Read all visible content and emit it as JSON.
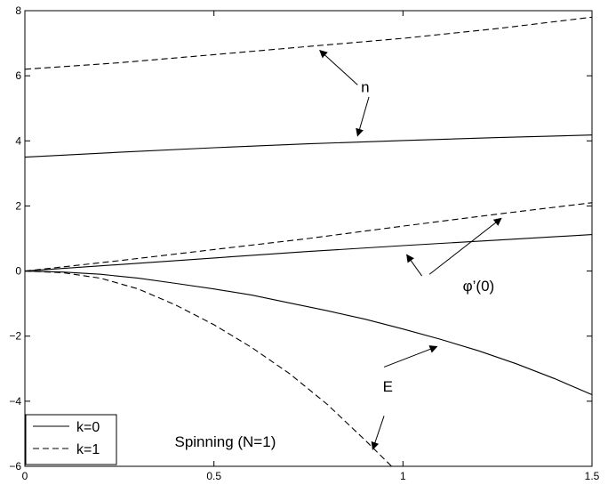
{
  "chart_data": {
    "type": "line",
    "title": "",
    "xlabel": "",
    "ylabel": "",
    "xlim": [
      0,
      1.5
    ],
    "ylim": [
      -6,
      8
    ],
    "x_ticks": [
      0,
      0.5,
      1,
      1.5
    ],
    "x_tick_labels": [
      "0",
      "0.5",
      "1",
      "1.5"
    ],
    "y_ticks": [
      -6,
      -4,
      -2,
      0,
      2,
      4,
      6,
      8
    ],
    "y_tick_labels": [
      "−6",
      "−4",
      "−2",
      "0",
      "2",
      "4",
      "6",
      "8"
    ],
    "grid": false,
    "legend_position": "bottom-left",
    "legend": [
      {
        "label": "k=0",
        "style": "solid"
      },
      {
        "label": "k=1",
        "style": "dashed"
      }
    ],
    "series": [
      {
        "group": "n",
        "style": "solid",
        "x": [
          0,
          0.25,
          0.5,
          0.75,
          1.0,
          1.25,
          1.5
        ],
        "y": [
          3.5,
          3.65,
          3.79,
          3.91,
          4.01,
          4.1,
          4.18
        ]
      },
      {
        "group": "n",
        "style": "dashed",
        "x": [
          0,
          0.25,
          0.5,
          0.75,
          1.0,
          1.25,
          1.5
        ],
        "y": [
          6.2,
          6.4,
          6.65,
          6.9,
          7.15,
          7.45,
          7.8
        ]
      },
      {
        "group": "phi",
        "style": "solid",
        "x": [
          0,
          0.25,
          0.5,
          0.75,
          1.0,
          1.25,
          1.5
        ],
        "y": [
          0,
          0.2,
          0.4,
          0.6,
          0.78,
          0.95,
          1.12
        ]
      },
      {
        "group": "phi",
        "style": "dashed",
        "x": [
          0,
          0.25,
          0.5,
          0.75,
          1.0,
          1.25,
          1.5
        ],
        "y": [
          0,
          0.32,
          0.66,
          1.0,
          1.38,
          1.75,
          2.1
        ]
      },
      {
        "group": "E",
        "style": "solid",
        "x": [
          0,
          0.1,
          0.2,
          0.3,
          0.4,
          0.5,
          0.6,
          0.7,
          0.8,
          0.9,
          1.0,
          1.1,
          1.2,
          1.3,
          1.4,
          1.5
        ],
        "y": [
          0,
          -0.03,
          -0.1,
          -0.22,
          -0.38,
          -0.55,
          -0.74,
          -0.98,
          -1.22,
          -1.48,
          -1.78,
          -2.1,
          -2.45,
          -2.85,
          -3.3,
          -3.8
        ]
      },
      {
        "group": "E",
        "style": "dashed",
        "x": [
          0,
          0.1,
          0.2,
          0.3,
          0.4,
          0.5,
          0.6,
          0.7,
          0.8,
          0.9,
          0.97
        ],
        "y": [
          0,
          -0.05,
          -0.22,
          -0.55,
          -1.05,
          -1.65,
          -2.35,
          -3.15,
          -4.1,
          -5.2,
          -6.0
        ]
      }
    ],
    "annotations": [
      {
        "text": "n",
        "x": 0.9,
        "y": 5.5
      },
      {
        "text": "φ’(0)",
        "x": 1.2,
        "y": -0.62
      },
      {
        "text": "E",
        "x": 0.96,
        "y": -3.7
      },
      {
        "text": "Spinning (N=1)",
        "x": 0.53,
        "y": -5.4
      }
    ],
    "arrows": [
      {
        "from": [
          0.88,
          5.72
        ],
        "to": [
          0.78,
          6.78
        ]
      },
      {
        "from": [
          0.91,
          5.35
        ],
        "to": [
          0.88,
          4.15
        ]
      },
      {
        "from": [
          1.07,
          -0.1
        ],
        "to": [
          1.26,
          1.62
        ]
      },
      {
        "from": [
          1.05,
          -0.15
        ],
        "to": [
          1.01,
          0.5
        ]
      },
      {
        "from": [
          0.95,
          -2.95
        ],
        "to": [
          1.09,
          -2.32
        ]
      },
      {
        "from": [
          0.95,
          -4.45
        ],
        "to": [
          0.92,
          -5.48
        ]
      }
    ]
  }
}
